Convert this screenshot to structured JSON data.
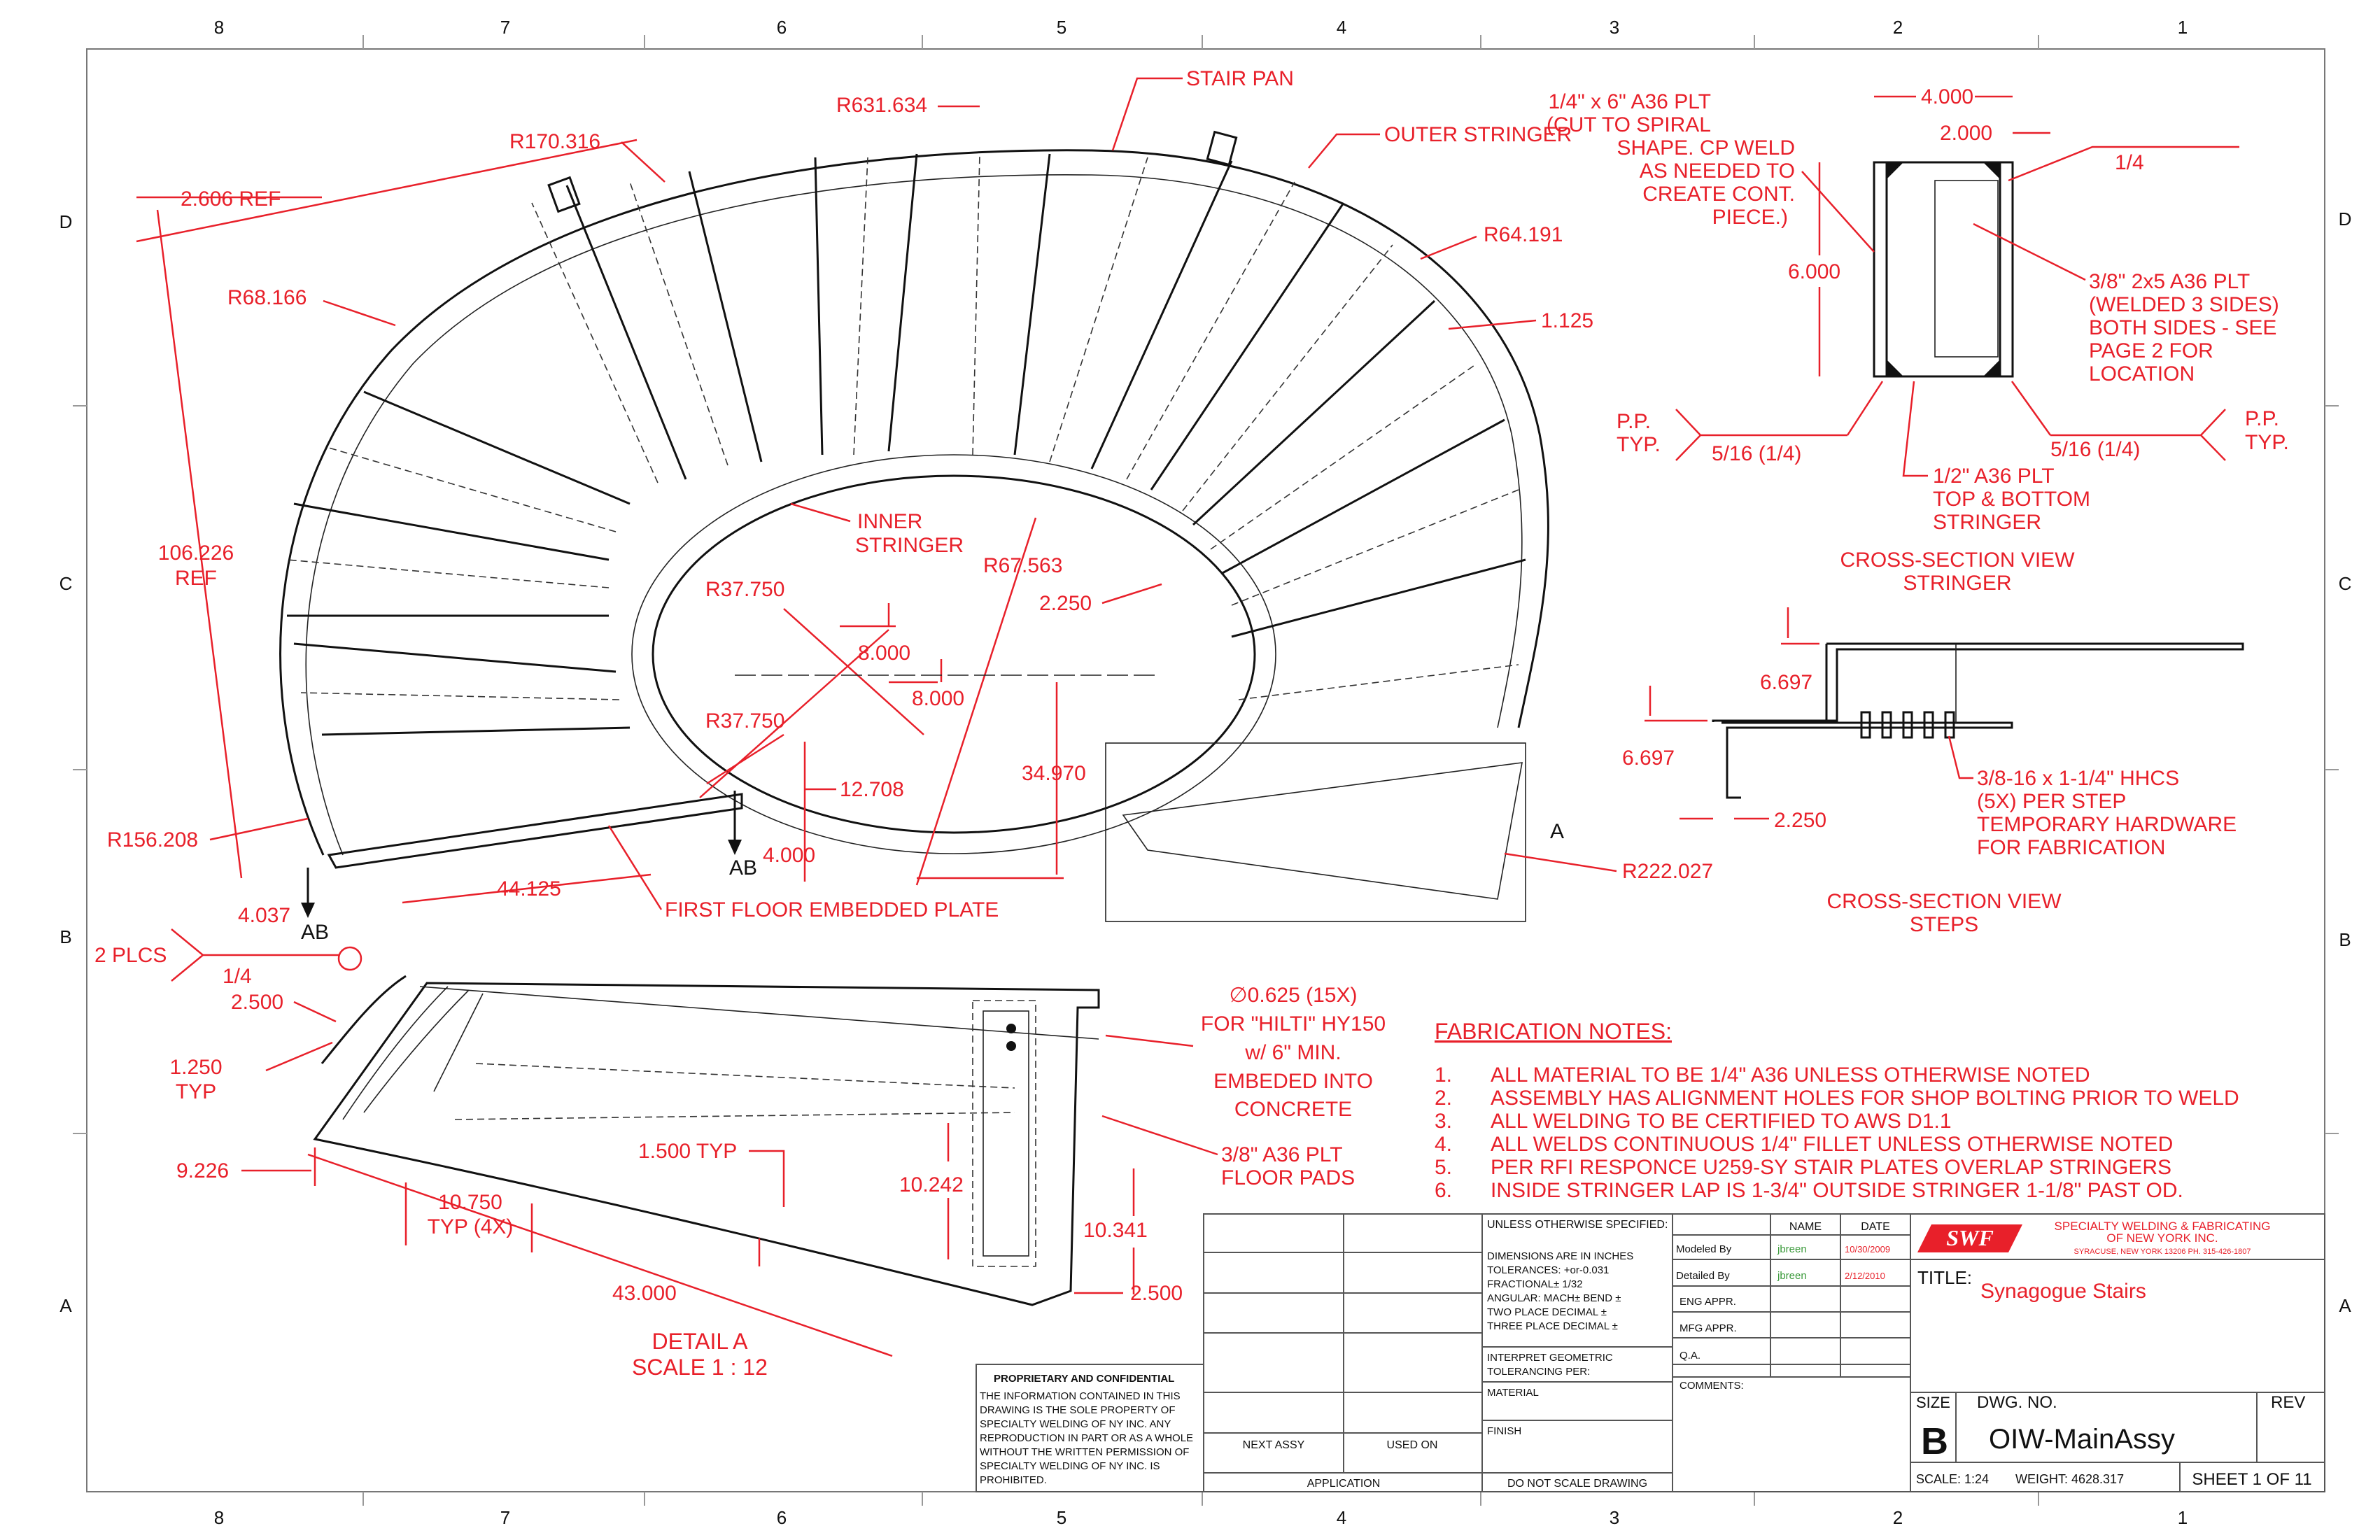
{
  "border": {
    "columns": [
      "8",
      "7",
      "6",
      "5",
      "4",
      "3",
      "2",
      "1"
    ],
    "rows": [
      "D",
      "C",
      "B",
      "A"
    ]
  },
  "main_view": {
    "labels": {
      "stair_pan": "STAIR PAN",
      "outer_stringer": "OUTER STRINGER",
      "inner_stringer_1": "INNER",
      "inner_stringer_2": "STRINGER",
      "first_floor_plate": "FIRST FLOOR EMBEDDED PLATE",
      "ref_106_1": "106.226",
      "ref_106_2": "REF",
      "section_a": "A",
      "section_ab_1": "AB",
      "section_ab_2": "AB"
    },
    "dims": {
      "r631": "R631.634",
      "r170": "R170.316",
      "ref2606": "2.606 REF",
      "r68": "R68.166",
      "r64": "R64.191",
      "d1125": "1.125",
      "r37a": "R37.750",
      "r37b": "R37.750",
      "r67": "R67.563",
      "d2250": "2.250",
      "d8000a": "8.000",
      "d8000b": "8.000",
      "d12708": "12.708",
      "d34970": "34.970",
      "r156": "R156.208",
      "d4037": "4.037",
      "d44125": "44.125",
      "d4000": "4.000",
      "r222": "R222.027"
    }
  },
  "stringer_section": {
    "callout_left": [
      "1/4\" x 6\" A36 PLT",
      "(CUT TO SPIRAL",
      "SHAPE.  CP WELD",
      "AS NEEDED TO",
      "CREATE CONT.",
      "PIECE.)"
    ],
    "d4000": "4.000",
    "d2000": "2.000",
    "d6000": "6.000",
    "weld_quarter": "1/4",
    "callout_right": [
      "3/8\" 2x5 A36 PLT",
      "(WELDED 3 SIDES)",
      "BOTH SIDES - SEE",
      "PAGE 2 FOR",
      "LOCATION"
    ],
    "pp_left": [
      "P.P.",
      "TYP."
    ],
    "pp_right": [
      "P.P.",
      "TYP."
    ],
    "weld_left": "5/16 (1/4)",
    "weld_right": "5/16 (1/4)",
    "half_plate": [
      "1/2\" A36 PLT",
      "TOP & BOTTOM",
      "STRINGER"
    ],
    "title": [
      "CROSS-SECTION VIEW",
      "STRINGER"
    ]
  },
  "steps_section": {
    "d6697a": "6.697",
    "d6697b": "6.697",
    "d2250": "2.250",
    "hhcs": [
      "3/8-16 x 1-1/4\" HHCS",
      "(5X) PER STEP",
      "TEMPORARY HARDWARE",
      "FOR FABRICATION"
    ],
    "title": [
      "CROSS-SECTION VIEW",
      "STEPS"
    ]
  },
  "detail_a": {
    "plcs": "2 PLCS",
    "quarter": "1/4",
    "d2500a": "2.500",
    "d1250": [
      "1.250",
      "TYP"
    ],
    "d9226": "9.226",
    "d1500": "1.500 TYP",
    "d10750": [
      "10.750",
      "TYP (4X)"
    ],
    "d43000": "43.000",
    "d10242": "10.242",
    "d10341": "10.341",
    "d2500b": "2.500",
    "hilti": [
      "∅0.625 (15X)",
      "FOR \"HILTI\" HY150",
      "w/ 6\" MIN.",
      "EMBEDED INTO",
      "CONCRETE"
    ],
    "floor_pads": [
      "3/8\" A36 PLT",
      "FLOOR PADS"
    ],
    "title": [
      "DETAIL A",
      "SCALE 1 : 12"
    ]
  },
  "notes": {
    "heading": "FABRICATION NOTES:",
    "items": [
      {
        "num": "1.",
        "text": "ALL MATERIAL TO BE 1/4\" A36 UNLESS OTHERWISE NOTED"
      },
      {
        "num": "2.",
        "text": "ASSEMBLY HAS ALIGNMENT HOLES FOR SHOP BOLTING PRIOR TO WELD"
      },
      {
        "num": "3.",
        "text": "ALL WELDING TO BE CERTIFIED TO AWS D1.1"
      },
      {
        "num": "4.",
        "text": "ALL WELDS CONTINUOUS 1/4\" FILLET UNLESS OTHERWISE NOTED"
      },
      {
        "num": "5.",
        "text": "PER RFI RESPONCE U259-SY STAIR PLATES OVERLAP STRINGERS"
      },
      {
        "num": "6.",
        "text": "INSIDE STRINGER LAP IS 1-3/4\" OUTSIDE STRINGER 1-1/8\" PAST OD."
      }
    ]
  },
  "title_block": {
    "proprietary_title": "PROPRIETARY AND CONFIDENTIAL",
    "proprietary_text": [
      "THE INFORMATION CONTAINED IN THIS",
      "DRAWING IS THE SOLE PROPERTY OF",
      "SPECIALTY WELDING OF NY INC.  ANY",
      "REPRODUCTION IN PART OR AS A WHOLE",
      "WITHOUT THE WRITTEN PERMISSION OF",
      "SPECIALTY WELDING OF NY INC. IS",
      "PROHIBITED."
    ],
    "next_assy": "NEXT ASSY",
    "used_on": "USED ON",
    "application": "APPLICATION",
    "unless": "UNLESS OTHERWISE SPECIFIED:",
    "tolerances": [
      "DIMENSIONS ARE IN INCHES",
      "TOLERANCES: +or-0.031",
      "FRACTIONAL± 1/32",
      "ANGULAR: MACH±   BEND ±",
      "TWO PLACE DECIMAL   ±",
      "THREE PLACE DECIMAL  ±"
    ],
    "interpret": [
      "INTERPRET GEOMETRIC",
      "TOLERANCING PER:"
    ],
    "material": "MATERIAL",
    "finish": "FINISH",
    "do_not_scale": "DO NOT SCALE DRAWING",
    "name_hdr": "NAME",
    "date_hdr": "DATE",
    "modeled_by": "Modeled By",
    "modeled_name": "jbreen",
    "modeled_date": "10/30/2009",
    "detailed_by": "Detailed By",
    "detailed_name": "jbreen",
    "detailed_date": "2/12/2010",
    "eng_appr": "ENG APPR.",
    "mfg_appr": "MFG APPR.",
    "qa": "Q.A.",
    "comments": "COMMENTS:",
    "logo_text": "SWF",
    "company": [
      "SPECIALTY WELDING & FABRICATING",
      "OF NEW YORK INC.",
      "SYRACUSE, NEW YORK 13206 PH. 315-426-1807"
    ],
    "title_label": "TITLE:",
    "title_value": "Synagogue Stairs",
    "size_label": "SIZE",
    "size_value": "B",
    "dwg_label": "DWG.  NO.",
    "dwg_value": "OIW-MainAssy",
    "rev_label": "REV",
    "scale": "SCALE: 1:24",
    "weight": "WEIGHT: 4628.317",
    "sheet": "SHEET 1 OF 11"
  }
}
